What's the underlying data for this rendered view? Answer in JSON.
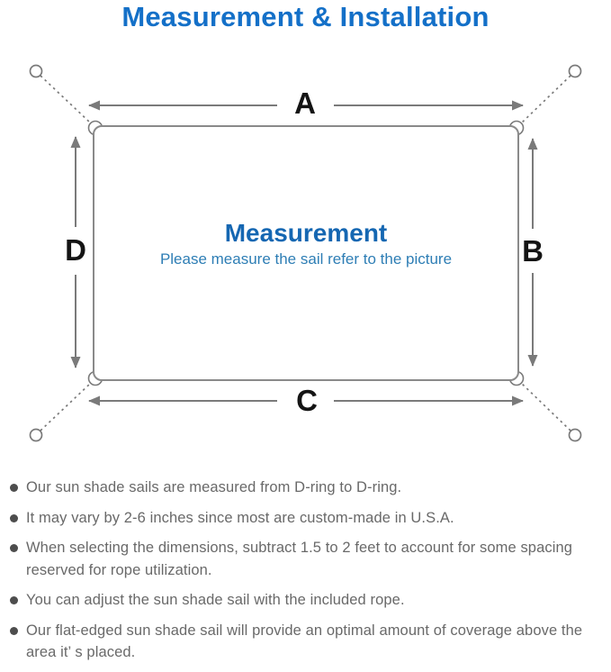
{
  "title": "Measurement & Installation",
  "diagram": {
    "labels": {
      "top": "A",
      "right": "B",
      "bottom": "C",
      "left": "D"
    },
    "center_title": "Measurement",
    "center_subtitle": "Please measure the sail refer to the picture"
  },
  "colors": {
    "title_blue": "#1470c8",
    "center_title_blue": "#1567b2",
    "center_subtitle_blue": "#2e7eb5",
    "diagram_line_gray": "#7a7a7a",
    "dimension_letter_black": "#141414",
    "note_text_gray": "#696969"
  },
  "notes": {
    "items": [
      "Our sun shade sails are measured from D-ring to D-ring.",
      "It may vary by 2-6 inches since most are custom-made in U.S.A.",
      "When selecting the dimensions, subtract 1.5 to 2 feet to account for some spacing reserved for rope utilization.",
      "You can adjust the sun shade sail with the included rope.",
      "Our flat-edged sun shade sail will provide an optimal amount of coverage above the area it’ s placed."
    ]
  }
}
